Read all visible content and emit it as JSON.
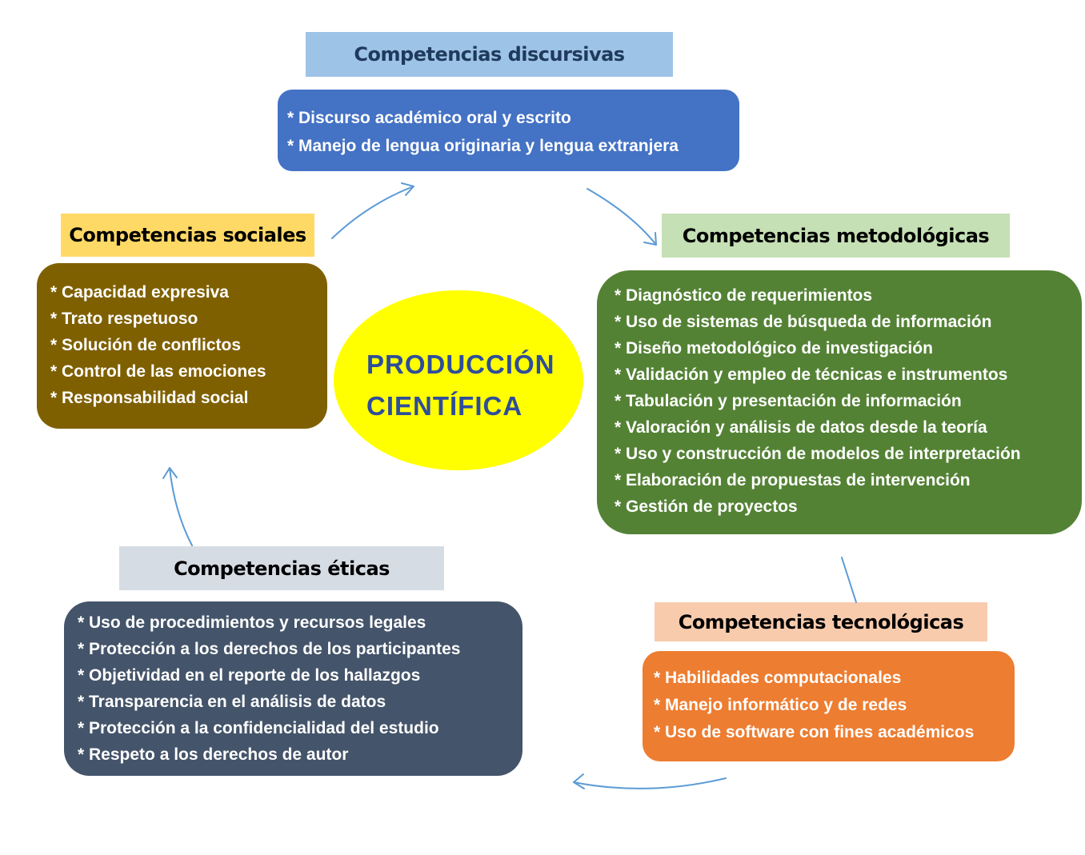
{
  "center": {
    "line1": "PRODUCCIÓN",
    "line2": "CIENTÍFICA"
  },
  "discursivas": {
    "title": "Competencias discursivas",
    "items": [
      "* Discurso académico oral y escrito",
      "* Manejo de lengua originaria y lengua extranjera"
    ]
  },
  "sociales": {
    "title": "Competencias sociales",
    "items": [
      "* Capacidad expresiva",
      "* Trato respetuoso",
      "* Solución de conflictos",
      "* Control de las emociones",
      "* Responsabilidad social"
    ]
  },
  "metodologicas": {
    "title": "Competencias metodológicas",
    "items": [
      "* Diagnóstico de requerimientos",
      "* Uso de sistemas de búsqueda de información",
      "* Diseño metodológico de investigación",
      "* Validación y empleo de técnicas e instrumentos",
      "* Tabulación y presentación de información",
      "* Valoración y análisis de datos desde la teoría",
      "* Uso y construcción de modelos de interpretación",
      "* Elaboración de propuestas de intervención",
      "* Gestión de proyectos"
    ]
  },
  "eticas": {
    "title": "Competencias éticas",
    "items": [
      "* Uso de procedimientos y recursos legales",
      "* Protección a los derechos de los participantes",
      "* Objetividad en el reporte de los hallazgos",
      "* Transparencia en el análisis de datos",
      "* Protección a la confidencialidad del estudio",
      "* Respeto a los derechos de autor"
    ]
  },
  "tecnologicas": {
    "title": "Competencias tecnológicas",
    "items": [
      "* Habilidades computacionales",
      "* Manejo informático y de redes",
      "* Uso de software con fines académicos"
    ]
  },
  "colors": {
    "arrow": "#5b9bd5",
    "center_fill": "#ffff00",
    "center_text": "#2e4d9a"
  }
}
